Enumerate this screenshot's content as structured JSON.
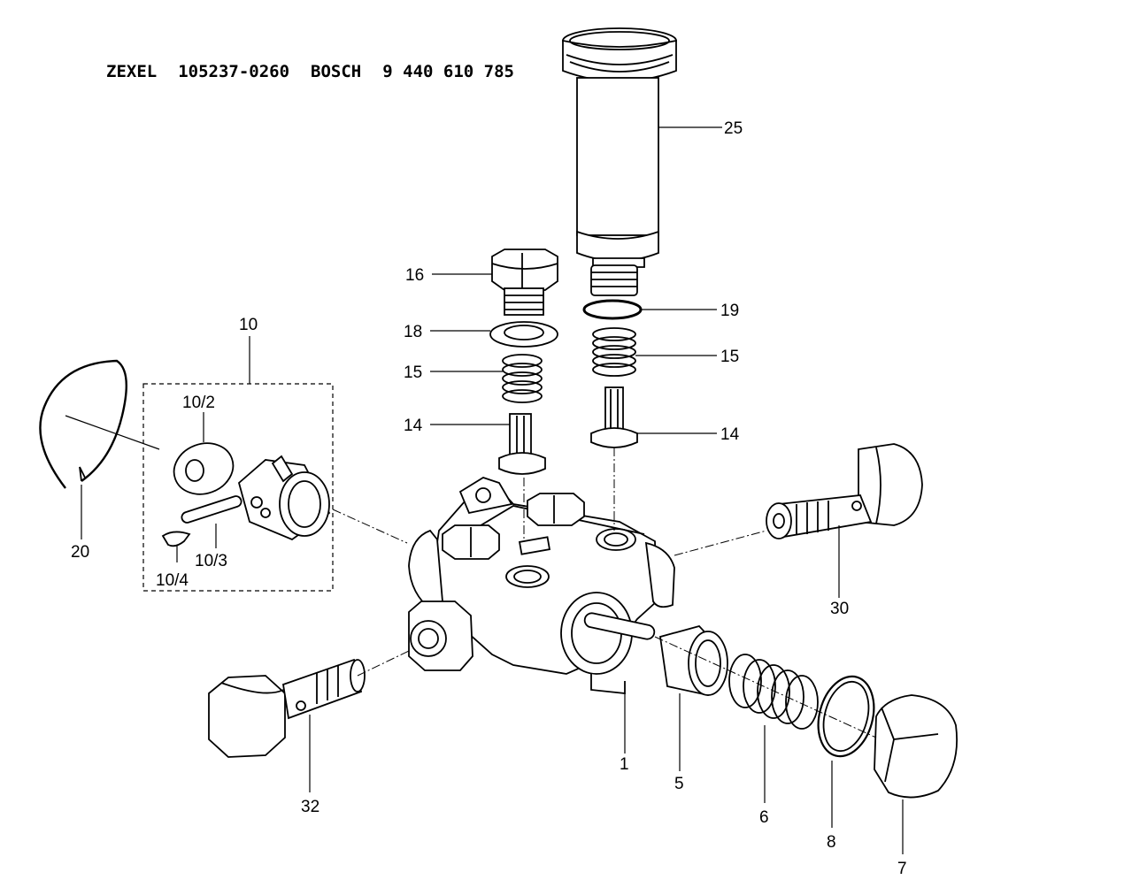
{
  "header": {
    "maker1": "ZEXEL",
    "part_no1": "105237-0260",
    "maker2": "BOSCH",
    "part_no2": "9 440 610 785"
  },
  "callouts": {
    "c1": "1",
    "c5": "5",
    "c6": "6",
    "c7": "7",
    "c8": "8",
    "c10": "10",
    "c10_2": "10/2",
    "c10_3": "10/3",
    "c10_4": "10/4",
    "c14a": "14",
    "c14b": "14",
    "c15a": "15",
    "c15b": "15",
    "c16": "16",
    "c18": "18",
    "c19": "19",
    "c20": "20",
    "c25": "25",
    "c30": "30",
    "c32": "32"
  }
}
